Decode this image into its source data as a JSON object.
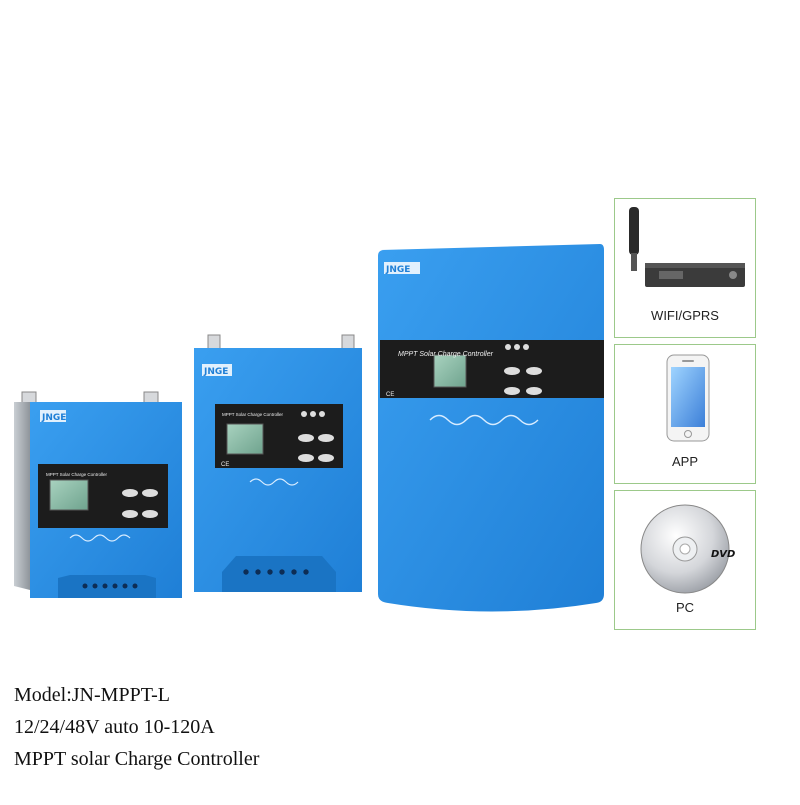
{
  "devices": {
    "brand_logo": "JNGE",
    "panel_title": "MPPT Solar Charge Controller",
    "mark": "CE"
  },
  "accessories": [
    {
      "label": "WIFI/GPRS",
      "icon": "wifi-gprs-module-icon"
    },
    {
      "label": "APP",
      "icon": "smartphone-icon"
    },
    {
      "label": "PC",
      "icon": "dvd-disc-icon"
    }
  ],
  "caption": {
    "line1": "Model:JN-MPPT-L",
    "line2": "12/24/48V auto 10-120A",
    "line3": "MPPT solar Charge Controller"
  },
  "colors": {
    "device_blue": "#2f8fe0",
    "panel_black": "#1c1c1c",
    "lcd_green": "#7fb6a0",
    "card_border": "#9cc98a"
  }
}
